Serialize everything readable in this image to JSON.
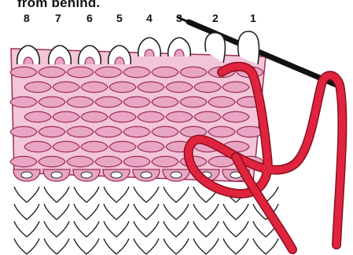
{
  "caption": "from behind.",
  "stitch_numbers": [
    "8",
    "7",
    "6",
    "5",
    "4",
    "3",
    "2",
    "1"
  ],
  "colors": {
    "knit_pink": "#e8a6c4",
    "knit_pink_dark": "#9e2c58",
    "yarn_red": "#e0243e",
    "yarn_red_dark": "#8a0f1f",
    "needle": "#111111",
    "outline": "#222222",
    "background": "#ffffff"
  },
  "icons": {
    "needle": "knitting-needle-icon",
    "yarn": "red-yarn-strand-icon"
  }
}
